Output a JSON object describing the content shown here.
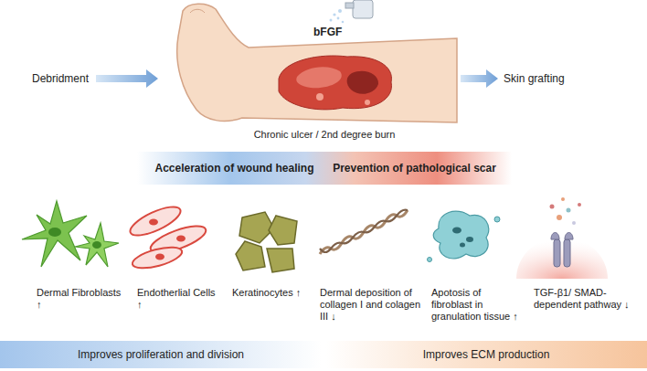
{
  "diagram": {
    "nodes": [
      {
        "text": [
          "Acceleration of wound healing",
          "Prevention of pathological scar"
        ]
      },
      {
        "text": [
          "Improves proliferation and division"
        ]
      },
      {
        "text": [
          "Improves ECM production"
        ]
      }
    ],
    "labels": [
      "Debridment",
      "bFGF",
      "Skin grafting",
      "Chronic ulcer / 2nd degree burn",
      "Dermal Fibroblasts ↑",
      "Endotherlial Cells ↑",
      "Keratinocytes ↑",
      "Dermal deposition of collagen I and colagen III ↓",
      "Apotosis of fibroblast in granulation tissue ↑",
      "TGF-β1/ SMAD-dependent pathway ↓"
    ]
  }
}
